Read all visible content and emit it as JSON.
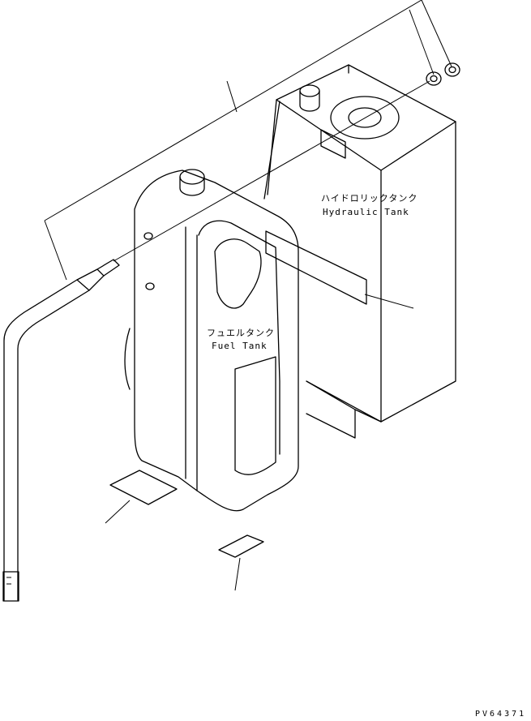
{
  "labels": {
    "hydraulic_tank_ja": "ハイドロリックタンク",
    "hydraulic_tank_en": "Hydraulic Tank",
    "fuel_tank_ja": "フュエルタンク",
    "fuel_tank_en": "Fuel Tank"
  },
  "drawing_code": "PV64371"
}
